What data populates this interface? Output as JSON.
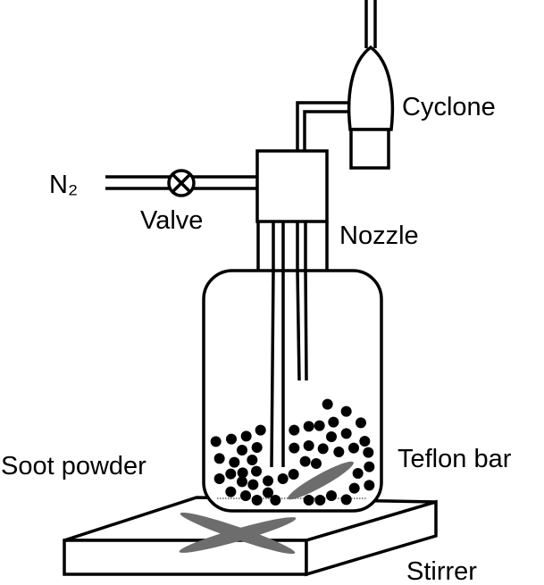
{
  "labels": {
    "n2": "N₂",
    "valve": "Valve",
    "nozzle": "Nozzle",
    "cyclone": "Cyclone",
    "soot_powder": "Soot powder",
    "teflon_bar": "Teflon bar",
    "stirrer": "Stirrer"
  },
  "colors": {
    "line": "#000000",
    "teflon": "#6d6d6d",
    "soot": "#000000"
  }
}
